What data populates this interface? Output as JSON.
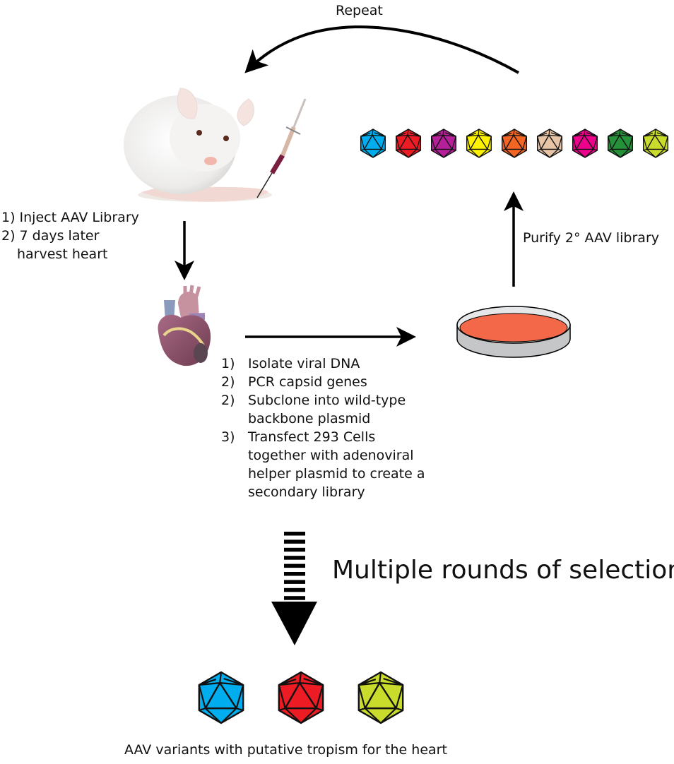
{
  "labels": {
    "repeat": "Repeat",
    "inject_lines": [
      "1) Inject AAV Library",
      "2) 7 days later",
      "harvest heart"
    ],
    "purify": "Purify 2° AAV library",
    "steps": [
      {
        "num": "1)",
        "lines": [
          "Isolate viral DNA"
        ]
      },
      {
        "num": "2)",
        "lines": [
          "PCR capsid genes"
        ]
      },
      {
        "num": "2)",
        "lines": [
          "Subclone into wild-type",
          "backbone plasmid"
        ]
      },
      {
        "num": "3)",
        "lines": [
          "Transfect 293 Cells",
          "together with adenoviral",
          "helper plasmid to create a",
          "secondary library"
        ]
      }
    ],
    "multiple_rounds": "Multiple rounds of selection",
    "caption": "AAV variants with putative tropism for the heart"
  },
  "library_capsids": [
    {
      "color": "#00aeef"
    },
    {
      "color": "#ed1c24"
    },
    {
      "color": "#b5209a"
    },
    {
      "color": "#fff200"
    },
    {
      "color": "#f26522"
    },
    {
      "color": "#e6c4a5"
    },
    {
      "color": "#ec008c"
    },
    {
      "color": "#259139"
    },
    {
      "color": "#c9dc2c"
    }
  ],
  "selected_capsids": [
    {
      "color": "#00aeef"
    },
    {
      "color": "#ed1c24"
    },
    {
      "color": "#c9dc2c"
    }
  ],
  "images": {
    "mouse": "white mouse with syringe",
    "heart": "anatomical heart",
    "dish": "petri dish with culture medium"
  },
  "colors": {
    "dish_medium": "#f26849",
    "dish_wall": "#c4c6c8",
    "dish_inner": "#e6e7e8"
  }
}
